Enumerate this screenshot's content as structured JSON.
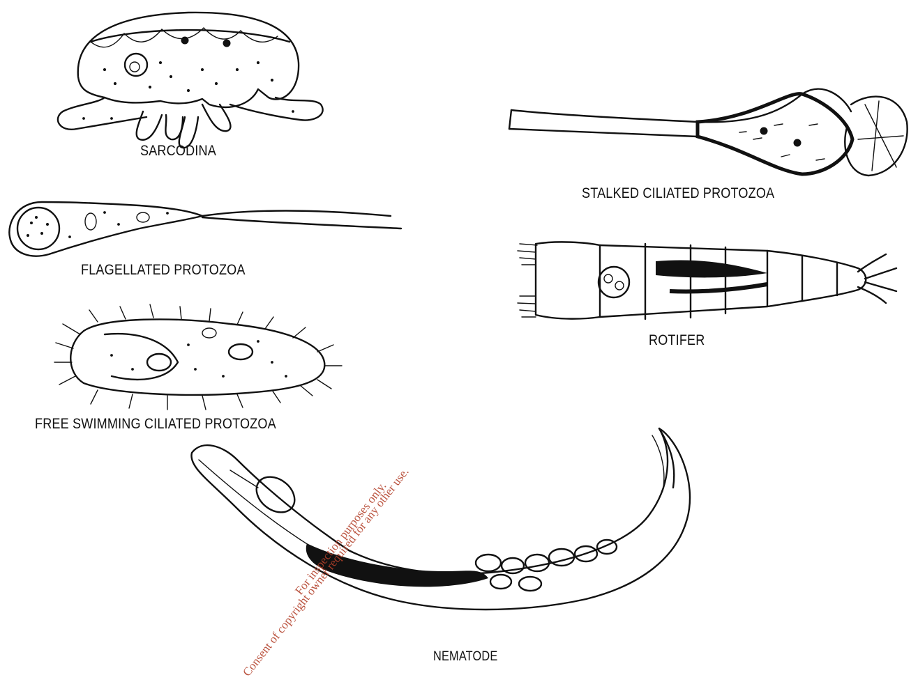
{
  "figure": {
    "specimens": [
      {
        "id": "sarcodina",
        "label": "SARCODINA",
        "icon": "amoeba-drawing"
      },
      {
        "id": "flagellated",
        "label": "FLAGELLATED PROTOZOA",
        "icon": "flagellate-drawing"
      },
      {
        "id": "free-swimming",
        "label": "FREE SWIMMING CILIATED PROTOZOA",
        "icon": "paramecium-drawing"
      },
      {
        "id": "stalked",
        "label": "STALKED CILIATED PROTOZOA",
        "icon": "vorticella-drawing"
      },
      {
        "id": "rotifer",
        "label": "ROTIFER",
        "icon": "rotifer-drawing"
      },
      {
        "id": "nematode",
        "label": "NEMATODE",
        "icon": "nematode-drawing"
      }
    ],
    "watermark": {
      "line1": "For inspection purposes only.",
      "line2": "Consent of copyright owner required for any other use.",
      "color": "#b3402a"
    }
  }
}
